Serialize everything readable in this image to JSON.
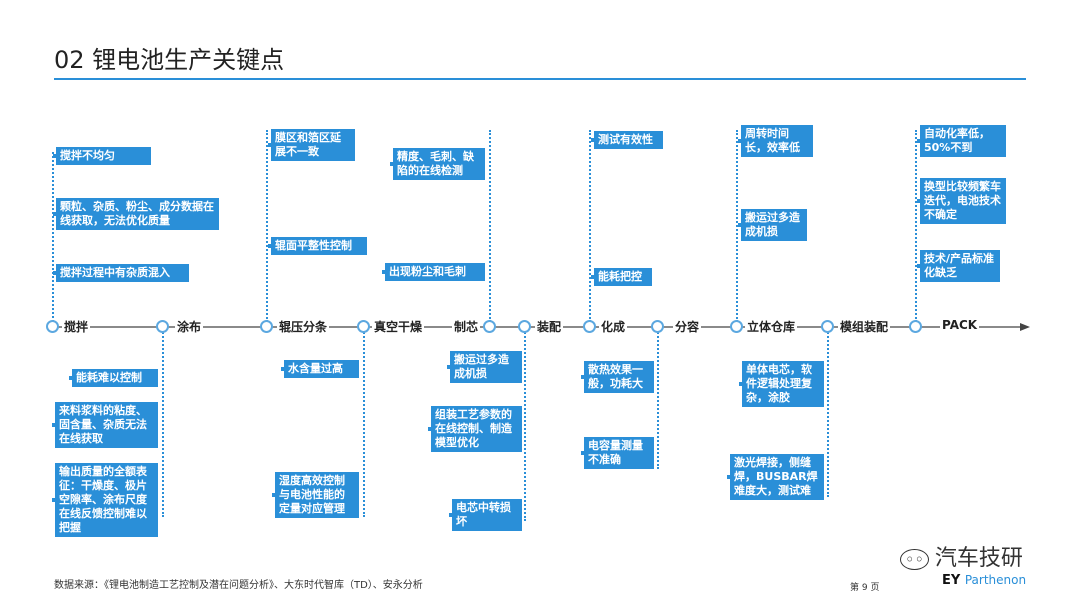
{
  "title": "02 锂电池生产关键点",
  "stages": [
    "搅拌",
    "涂布",
    "辊压分条",
    "真空干燥",
    "制芯",
    "装配",
    "化成",
    "分容",
    "立体仓库",
    "模组装配",
    "PACK"
  ],
  "boxes": {
    "b1": "搅拌不均匀",
    "b2": "颗粒、杂质、粉尘、成分数据在线获取，无法优化质量",
    "b3": "搅拌过程中有杂质混入",
    "b4": "能耗难以控制",
    "b5": "来料浆料的粘度、固含量、杂质无法在线获取",
    "b6": "输出质量的全额表征：干燥度、极片空隙率、涂布尺度在线反馈控制难以把握",
    "b7": "膜区和箔区延展不一致",
    "b8": "辊面平整性控制",
    "b9": "水含量过高",
    "b10": "湿度高效控制与电池性能的定量对应管理",
    "b11": "精度、毛刺、缺陷的在线检测",
    "b12": "出现粉尘和毛刺",
    "b13": "搬运过多造成机损",
    "b14": "组装工艺参数的在线控制、制造模型优化",
    "b15": "电芯中转损坏",
    "b16": "测试有效性",
    "b17": "能耗把控",
    "b18": "散热效果一般，功耗大",
    "b19": "电容量测量不准确",
    "b20": "周转时间长，效率低",
    "b21": "搬运过多造成机损",
    "b22": "单体电芯，软件逻辑处理复杂，涂胶",
    "b23": "激光焊接，侧缝焊，BUSBAR焊难度大，测试难",
    "b24": "自动化率低，50%不到",
    "b25": "换型比较频繁车迭代，电池技术不确定",
    "b26": "技术/产品标准化缺乏"
  },
  "footer": {
    "source": "数据来源：《锂电池制造工艺控制及潜在问题分析》、大东时代智库（TD）、安永分析",
    "page": "第 9 页",
    "brand": "EY",
    "brand_sub": "Parthenon",
    "watermark": "汽车技研"
  }
}
